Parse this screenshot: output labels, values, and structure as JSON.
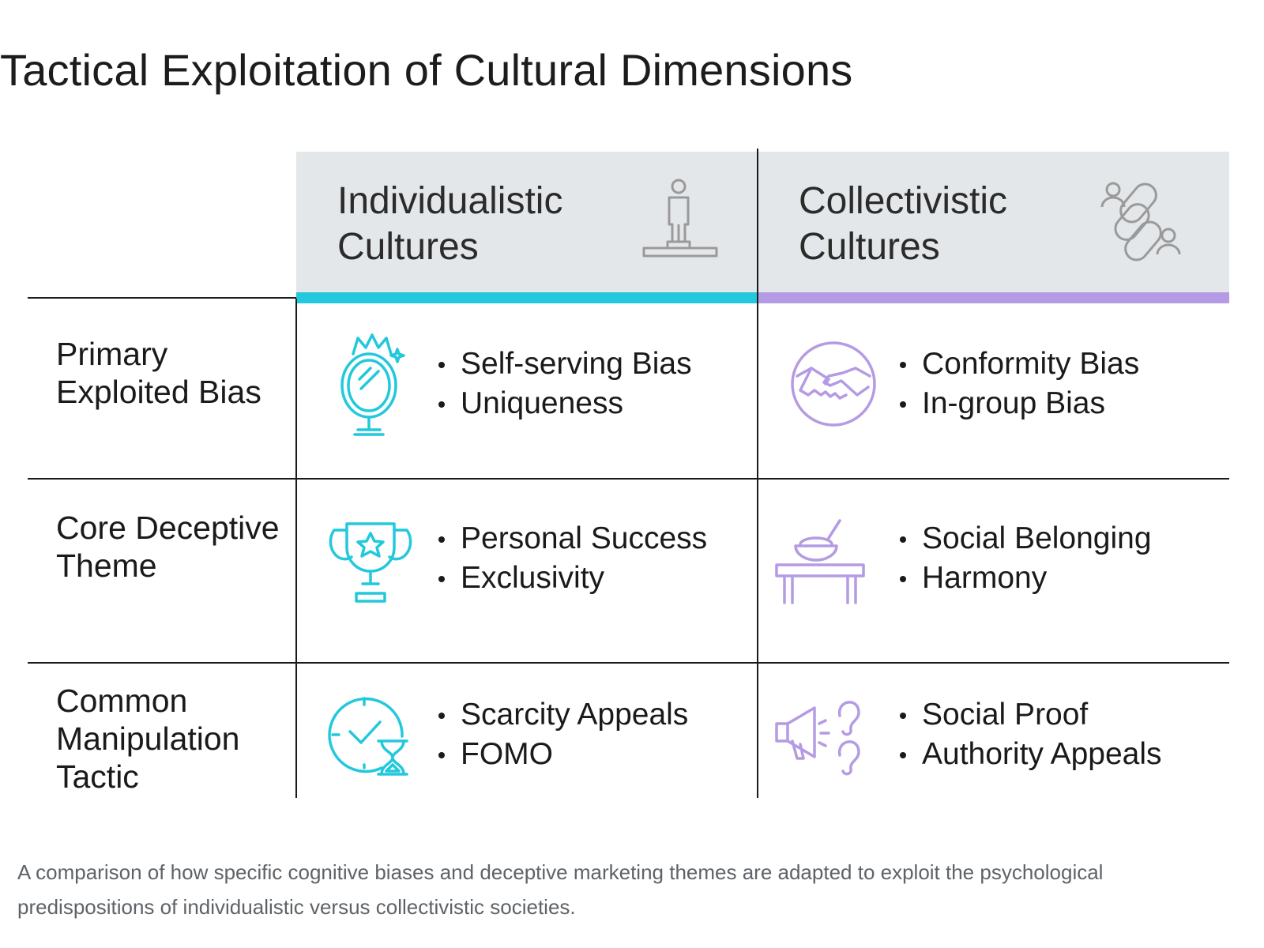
{
  "title": "Tactical Exploitation of Cultural Dimensions",
  "columns": [
    {
      "label": "Individualistic Cultures",
      "icon": "person-on-podium-icon",
      "accent": "#22c8dc"
    },
    {
      "label": "Collectivistic Cultures",
      "icon": "linked-people-chain-icon",
      "accent": "#b49be3"
    }
  ],
  "header_background": "#e4e7e9",
  "rows": [
    {
      "label": "Primary Exploited Bias",
      "individualistic": {
        "icon": "crowned-mirror-icon",
        "items": [
          "Self-serving Bias",
          "Uniqueness"
        ]
      },
      "collectivistic": {
        "icon": "handshake-icon",
        "items": [
          "Conformity Bias",
          "In-group Bias"
        ]
      }
    },
    {
      "label": "Core Deceptive Theme",
      "individualistic": {
        "icon": "trophy-star-icon",
        "items": [
          "Personal Success",
          "Exclusivity"
        ]
      },
      "collectivistic": {
        "icon": "shared-bowl-table-icon",
        "items": [
          "Social Belonging",
          "Harmony"
        ]
      }
    },
    {
      "label": "Common Manipulation Tactic",
      "individualistic": {
        "icon": "clock-hourglass-icon",
        "items": [
          "Scarcity Appeals",
          "FOMO"
        ]
      },
      "collectivistic": {
        "icon": "megaphone-ears-icon",
        "items": [
          "Social Proof",
          "Authority Appeals"
        ]
      }
    }
  ],
  "caption": "A comparison of how specific cognitive biases and deceptive marketing themes are adapted to exploit the psychological predispositions of individualistic versus collectivistic societies."
}
